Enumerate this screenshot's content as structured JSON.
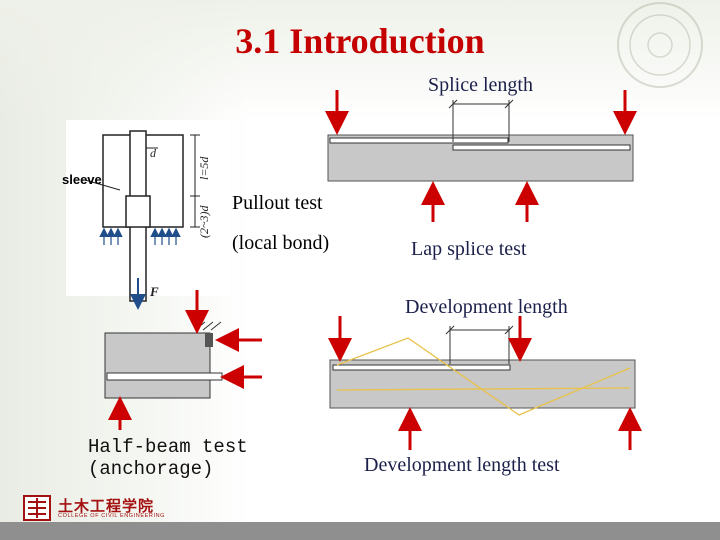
{
  "slide": {
    "title": "3.1 Introduction"
  },
  "labels": {
    "splice_length": "Splice length",
    "sleeve": "sleeve",
    "pullout_test": "Pullout test",
    "local_bond": "(local bond)",
    "lap_splice_test": "Lap splice test",
    "development_length": "Development length",
    "half_beam_test": "Half-beam test\n(anchorage)",
    "development_length_test": "Development length test"
  },
  "pullout_dims": {
    "d_top": "d",
    "l_5d": "l=5d",
    "d_23": "(2~3)d",
    "force": "F"
  },
  "logo": {
    "name": "土木工程学院",
    "subtitle": "COLLEGE OF CIVIL ENGINEERING"
  },
  "colors": {
    "title": "#c40000",
    "arrows": "#cc0000",
    "concrete": "#c8c8c8",
    "moment_line": "#e8c24a",
    "logo": "#a31010",
    "bottom_bar": "#8f8f8f"
  }
}
